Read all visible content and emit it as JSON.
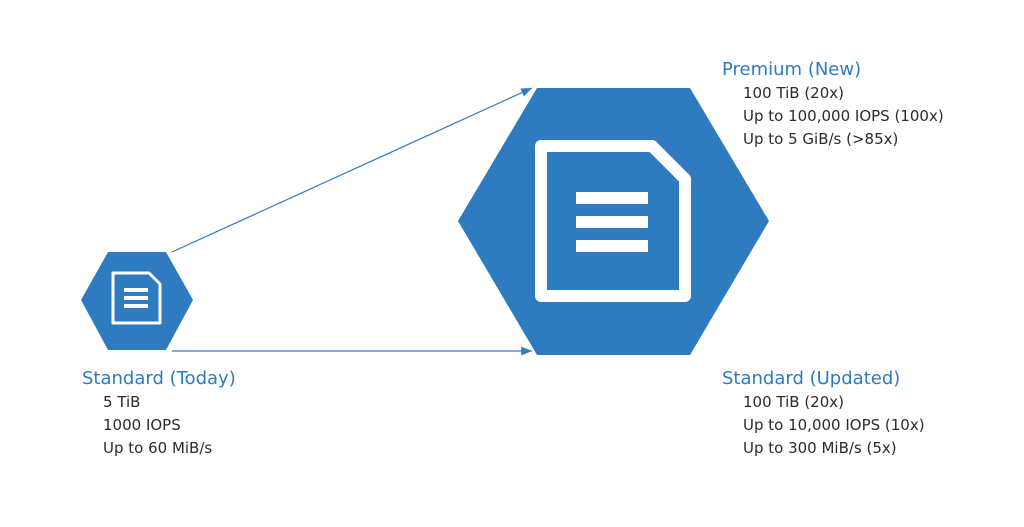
{
  "colors": {
    "hexagon_fill": "#2e7bbf",
    "arrow": "#2e7bbf",
    "title_text": "#2e7bbf",
    "body_text": "#2b2b2b",
    "icon_stroke": "#ffffff"
  },
  "icons": {
    "small_hexagon": "file-share-icon",
    "large_hexagon": "file-share-icon"
  },
  "tiers": {
    "standard_today": {
      "title": "Standard (Today)",
      "lines": [
        "5 TiB",
        "1000 IOPS",
        "Up to 60 MiB/s"
      ]
    },
    "premium_new": {
      "title": "Premium (New)",
      "lines": [
        "100 TiB (20x)",
        "Up to 100,000 IOPS (100x)",
        "Up to 5 GiB/s (>85x)"
      ]
    },
    "standard_updated": {
      "title": "Standard (Updated)",
      "lines": [
        "100 TiB (20x)",
        "Up to 10,000 IOPS (10x)",
        "Up to 300 MiB/s (5x)"
      ]
    }
  }
}
